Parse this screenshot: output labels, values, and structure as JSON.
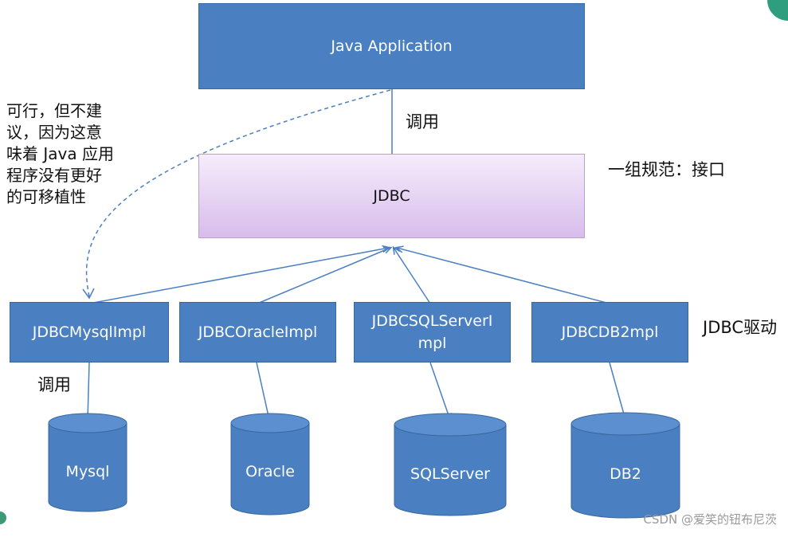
{
  "nodes": {
    "app": "Java Application",
    "jdbc": "JDBC",
    "mysql_impl": "JDBCMysqlImpl",
    "oracle_impl": "JDBCOracleImpl",
    "sqlserver_impl_line1": "JDBCSQLServerI",
    "sqlserver_impl_line2": "mpl",
    "db2_impl": "JDBCDB2mpl"
  },
  "databases": {
    "mysql": "Mysql",
    "oracle": "Oracle",
    "sqlserver": "SQLServer",
    "db2": "DB2"
  },
  "labels": {
    "call_top": "调用",
    "spec": "一组规范：接口",
    "driver": "JDBC驱动",
    "call_bottom": "调用"
  },
  "note": {
    "line1": "可行，但不建",
    "line2": "议，因为这意",
    "line3": "味着 Java 应用",
    "line4": "程序没有更好",
    "line5": "的可移植性"
  },
  "watermark": "CSDN @爱笑的钮布尼茨",
  "colors": {
    "box_fill": "#4a7fc1",
    "arrow": "#4a7fc1",
    "jdbc_fill_top": "#f6ecfb",
    "jdbc_fill_bottom": "#d7bdec"
  }
}
